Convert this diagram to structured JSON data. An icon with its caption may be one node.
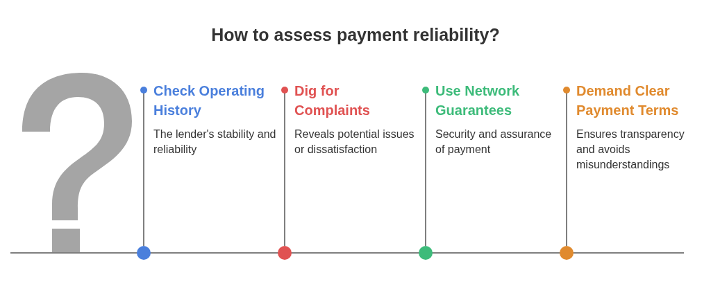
{
  "diagram": {
    "title": "How to assess payment reliability?",
    "nodes": [
      {
        "text": [
          "Check Operating History",
          "The lender's stability and reliability"
        ]
      },
      {
        "text": [
          "Dig for Complaints",
          "Reveals potential issues or dissatisfaction"
        ]
      },
      {
        "text": [
          "Use Network Guarantees",
          "Security and assurance of payment"
        ]
      },
      {
        "text": [
          "Demand Clear Payment Terms",
          "Ensures transparency and avoids misunderstandings"
        ]
      },
      {
        "text": [],
        "shape": "circle"
      },
      {
        "text": [],
        "shape": "circle"
      },
      {
        "text": [],
        "shape": "circle"
      },
      {
        "text": [],
        "shape": "circle"
      },
      {
        "text": [],
        "shape": "picture"
      }
    ],
    "edges": [
      {
        "from": 4,
        "to": 0,
        "arrow": "other"
      },
      {
        "from": 5,
        "to": 1,
        "arrow": "other"
      },
      {
        "from": 6,
        "to": 2,
        "arrow": "other"
      },
      {
        "from": 7,
        "to": 3,
        "arrow": "other"
      }
    ]
  }
}
